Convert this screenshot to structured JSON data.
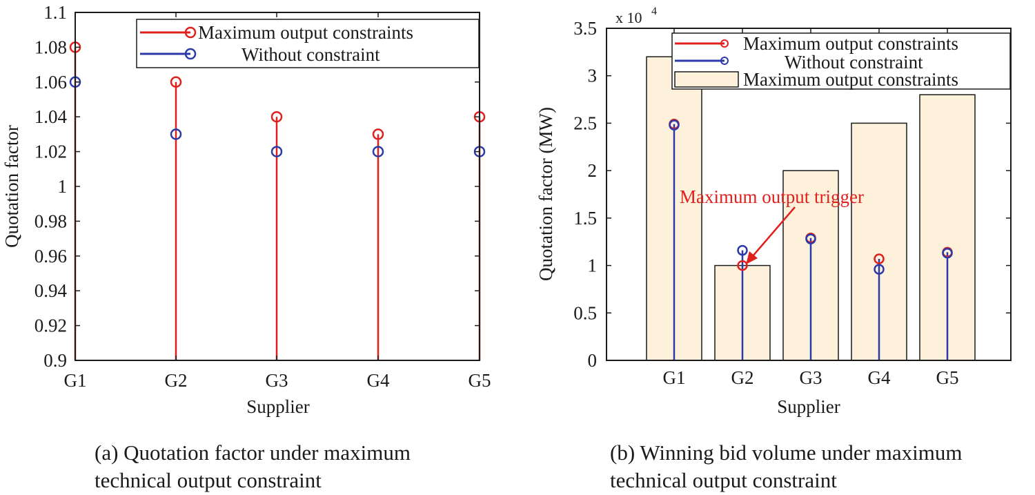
{
  "chart_data": [
    {
      "type": "stem",
      "categories": [
        "G1",
        "G2",
        "G3",
        "G4",
        "G5"
      ],
      "series": [
        {
          "name": "Maximum output constraints",
          "values": [
            1.08,
            1.06,
            1.04,
            1.03,
            1.04
          ],
          "color": "#e0201c"
        },
        {
          "name": "Without constraint",
          "values": [
            1.06,
            1.03,
            1.02,
            1.02,
            1.02
          ],
          "color": "#2b3aa8"
        }
      ],
      "xlabel": "Supplier",
      "ylabel": "Quotation factor",
      "ylim": [
        0.9,
        1.1
      ],
      "yticks": [
        "0.9",
        "0.92",
        "0.94",
        "0.96",
        "0.98",
        "1",
        "1.02",
        "1.04",
        "1.06",
        "1.08",
        "1.1"
      ],
      "legend_position": "top-right",
      "grid": false,
      "caption_lines": [
        "(a) Quotation factor under maximum",
        "technical output constraint"
      ]
    },
    {
      "type": "bar+stem",
      "categories": [
        "G1",
        "G2",
        "G3",
        "G4",
        "G5"
      ],
      "series": [
        {
          "name": "Maximum output constraints",
          "kind": "stem",
          "values": [
            24900,
            10000,
            12900,
            10700,
            11400
          ],
          "color": "#e0201c"
        },
        {
          "name": "Without constraint",
          "kind": "stem",
          "values": [
            24800,
            11600,
            12800,
            9600,
            11300
          ],
          "color": "#2b3aa8"
        },
        {
          "name": "Maximum output constraints",
          "kind": "bar",
          "values": [
            32000,
            10000,
            20000,
            25000,
            28000
          ],
          "color": "#fdf1dc"
        }
      ],
      "xlabel": "Supplier",
      "ylabel": "Quotation factor (MW)",
      "ylim": [
        0,
        35000
      ],
      "yticks": [
        "0",
        "0.5",
        "1",
        "1.5",
        "2",
        "2.5",
        "3",
        "3.5"
      ],
      "scale_label": "x 10",
      "scale_exponent": "4",
      "annotation": {
        "text": "Maximum output trigger",
        "category": "G2",
        "color": "#e0201c"
      },
      "legend_position": "top-right",
      "grid": false,
      "caption_lines": [
        "(b) Winning bid volume under maximum",
        "technical output constraint"
      ]
    }
  ]
}
